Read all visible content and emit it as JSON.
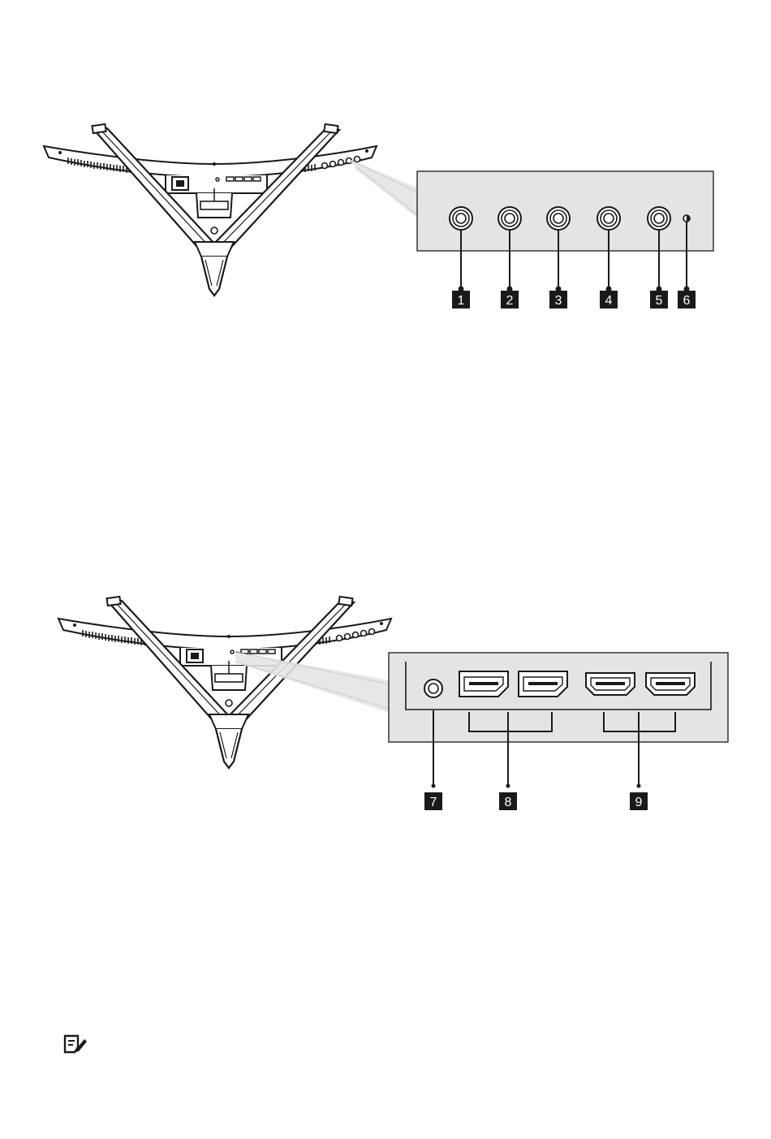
{
  "figure1": {
    "callouts": [
      "1",
      "2",
      "3",
      "4",
      "5",
      "6"
    ]
  },
  "figure2": {
    "callouts": [
      "7",
      "8",
      "9"
    ]
  },
  "note": {
    "icon": "note-icon"
  },
  "colors": {
    "panel_fill": "#e4e4e4",
    "stroke": "#1a1a1a",
    "callout_bg": "#1a1a1a"
  }
}
